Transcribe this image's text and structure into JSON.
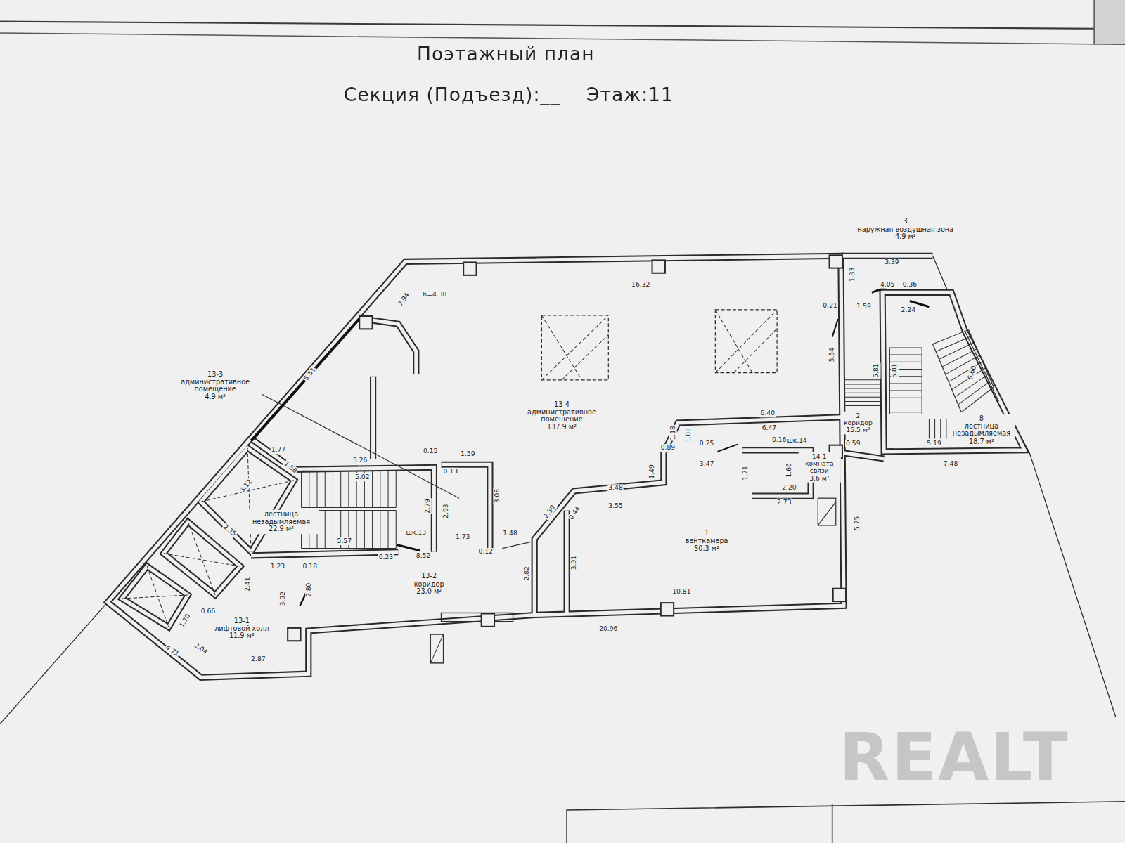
{
  "diagram": {
    "title": "Поэтажный план",
    "nodes": [
      {
        "text": [
          "13-3",
          "административное помещение",
          "4.9 м²"
        ]
      },
      {
        "text": [
          "13-4",
          "административное помещение",
          "137.9 м²"
        ]
      },
      {
        "text": [
          "лестница незадымляемая",
          "22.9 м²"
        ]
      },
      {
        "text": [
          "13-2",
          "коридор",
          "23.0 м²"
        ]
      },
      {
        "text": [
          "13-1",
          "лифтовой холл",
          "11.9 м²"
        ]
      },
      {
        "text": [
          "1",
          "венткамера",
          "50.3 м²"
        ]
      },
      {
        "text": [
          "2",
          "коридор",
          "15.5 м²"
        ]
      },
      {
        "text": [
          "14-1",
          "комната связи",
          "3.6 м²"
        ]
      },
      {
        "text": [
          "3",
          "наружная воздушная зона",
          "4.9 м²"
        ]
      },
      {
        "text": [
          "8",
          "лестница незадымляемая",
          "18.7 м²"
        ]
      }
    ],
    "labels": [
      "Секция (Подъезд):__",
      "Этаж:11",
      "h=4.38",
      "16.32",
      "7.94",
      "5.51",
      "0.21",
      "1.59",
      "4.05",
      "0.36",
      "1.33",
      "3.39",
      "2.24",
      "5.54",
      "5.81",
      "5.81",
      "6.60",
      "6.40",
      "6.47",
      "1.18",
      "1.03",
      "0.89",
      "0.25",
      "3.47",
      "0.16",
      "шк.14",
      "0.59",
      "5.19",
      "7.48",
      "1.71",
      "1.66",
      "2.20",
      "2.73",
      "5.75",
      "1.49",
      "3.48",
      "3.55",
      "2.30",
      "0.44",
      "3.91",
      "2.82",
      "10.81",
      "20.96",
      "1.48",
      "0.12",
      "1.73",
      "3.08",
      "2.93",
      "2.79",
      "0.15",
      "0.13",
      "1.59",
      "5.26",
      "5.02",
      "1.77",
      "1.58",
      "3.12",
      "2.35",
      "5.57",
      "0.23",
      "шк.13",
      "8.52",
      "1.23",
      "0.18",
      "2.80",
      "3.92",
      "2.41",
      "0.66",
      "1.70",
      "2.04",
      "2.87",
      "4.71",
      "REALT"
    ]
  }
}
